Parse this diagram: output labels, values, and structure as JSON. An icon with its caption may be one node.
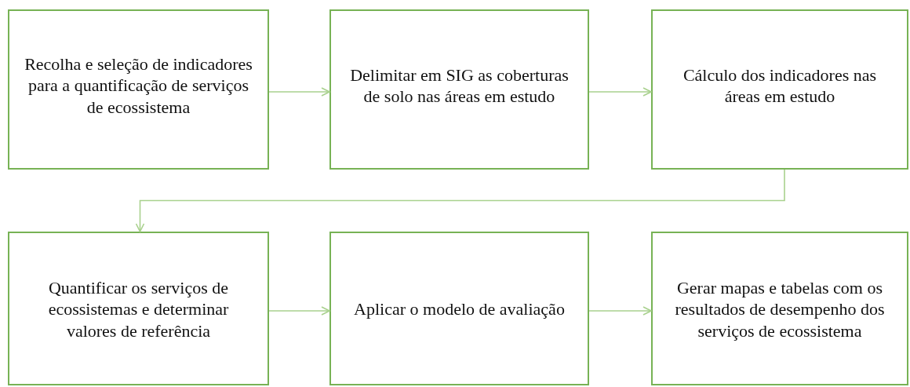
{
  "diagram": {
    "nodes": [
      {
        "text": [
          "Recolha e seleção de indicadores para a quantificação de serviços de ecossistema"
        ]
      },
      {
        "text": [
          "Delimitar em SIG as coberturas de solo nas áreas em estudo"
        ]
      },
      {
        "text": [
          "Cálculo dos indicadores nas áreas em estudo"
        ]
      },
      {
        "text": [
          "Quantificar os serviços de ecossistemas e determinar valores de referência"
        ]
      },
      {
        "text": [
          "Aplicar o modelo de avaliação"
        ]
      },
      {
        "text": [
          "Gerar mapas e tabelas com os resultados de desempenho dos serviços de ecossistema"
        ]
      }
    ],
    "edges": [
      {
        "from": 0,
        "to": 1,
        "arrow": "to"
      },
      {
        "from": 1,
        "to": 2,
        "arrow": "to"
      },
      {
        "from": 2,
        "to": 3,
        "arrow": "to"
      },
      {
        "from": 3,
        "to": 4,
        "arrow": "to"
      },
      {
        "from": 4,
        "to": 5,
        "arrow": "to"
      }
    ]
  }
}
